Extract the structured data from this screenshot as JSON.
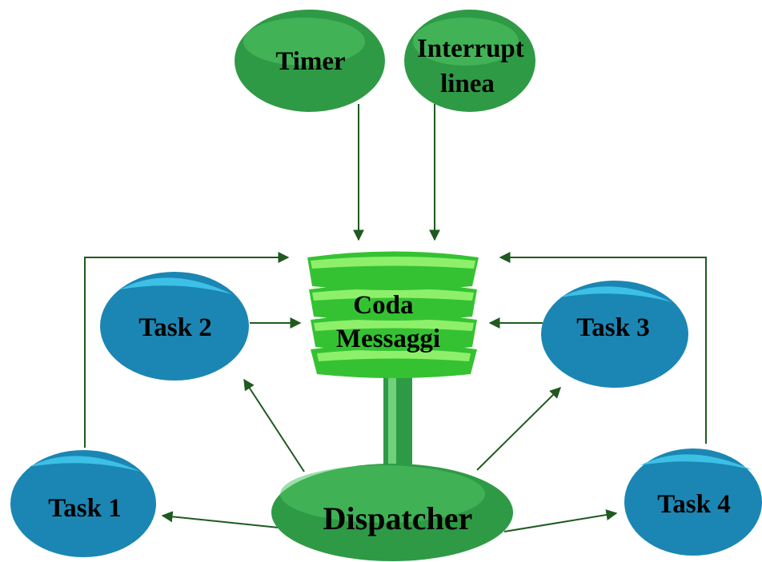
{
  "colors": {
    "task_fill": "#1b86b3",
    "task_highlight": "#3cc0e6",
    "event_fill": "#2f9a45",
    "event_highlight": "#4fc563",
    "queue_fill": "#35c232",
    "queue_highlight": "#8ef06a",
    "arrow": "#1f5a1f",
    "text": "#000000"
  },
  "nodes": {
    "timer": {
      "label": "Timer"
    },
    "interrupt": {
      "line1": "Interrupt",
      "line2": "linea"
    },
    "queue": {
      "line1": "Coda",
      "line2": "Messaggi"
    },
    "task1": {
      "label": "Task 1"
    },
    "task2": {
      "label": "Task 2"
    },
    "task3": {
      "label": "Task 3"
    },
    "task4": {
      "label": "Task 4"
    },
    "dispatcher": {
      "label": "Dispatcher"
    }
  },
  "connections": [
    {
      "from": "Timer",
      "to": "Coda Messaggi"
    },
    {
      "from": "Interrupt linea",
      "to": "Coda Messaggi"
    },
    {
      "from": "Task 1",
      "to": "Coda Messaggi"
    },
    {
      "from": "Task 2",
      "to": "Coda Messaggi"
    },
    {
      "from": "Task 3",
      "to": "Coda Messaggi"
    },
    {
      "from": "Task 4",
      "to": "Coda Messaggi"
    },
    {
      "from": "Dispatcher",
      "to": "Task 1"
    },
    {
      "from": "Dispatcher",
      "to": "Task 2"
    },
    {
      "from": "Dispatcher",
      "to": "Task 3"
    },
    {
      "from": "Dispatcher",
      "to": "Task 4"
    }
  ]
}
